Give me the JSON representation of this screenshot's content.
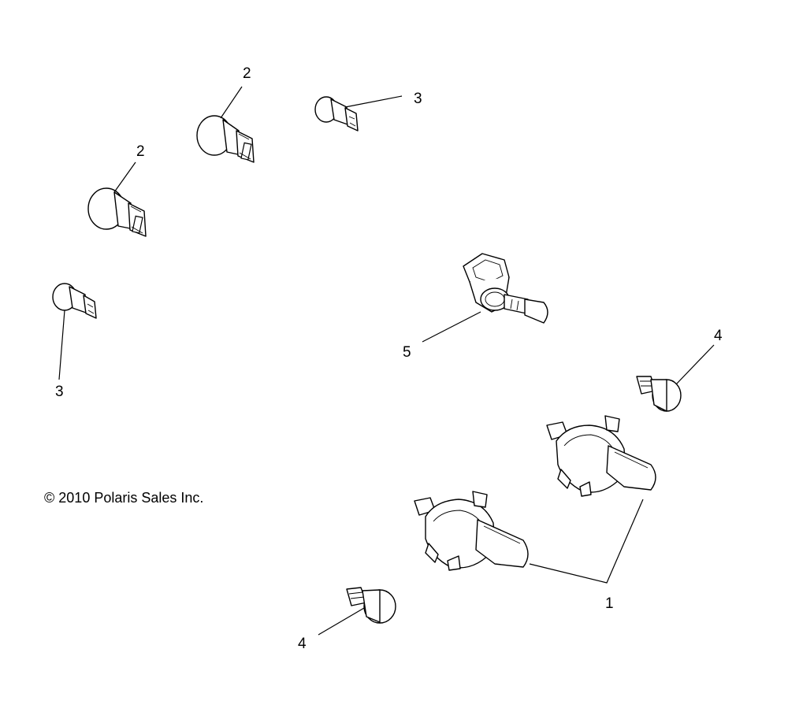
{
  "callouts": {
    "c1": "1",
    "c2a": "2",
    "c2b": "2",
    "c3a": "3",
    "c3b": "3",
    "c4a": "4",
    "c4b": "4",
    "c5": "5"
  },
  "copyright": {
    "symbol": "©",
    "text": "2010 Polaris Sales Inc."
  },
  "colors": {
    "line": "#000000",
    "background": "#ffffff"
  }
}
